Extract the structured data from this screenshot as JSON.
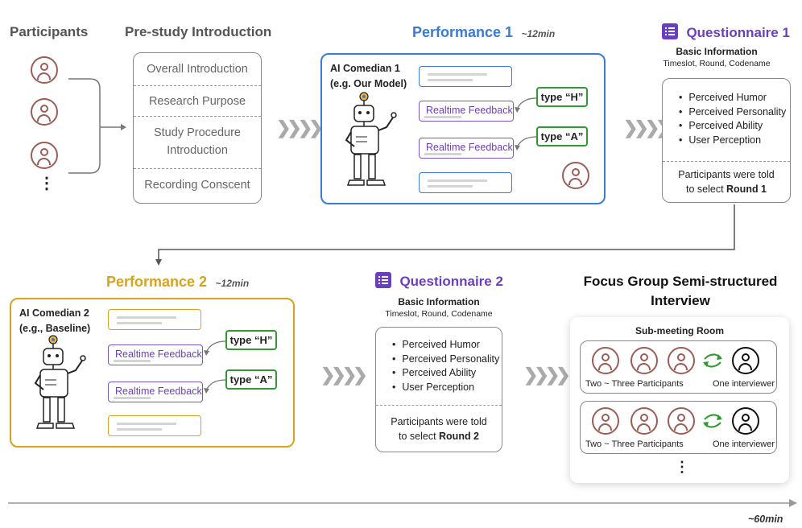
{
  "headers": {
    "participants": "Participants",
    "pre_study": "Pre-study Introduction",
    "performance1": "Performance 1",
    "performance1_time": "~12min",
    "questionnaire1": "Questionnaire 1",
    "performance2": "Performance 2",
    "performance2_time": "~12min",
    "questionnaire2": "Questionnaire 2",
    "focus_group_line1": "Focus Group Semi-structured",
    "focus_group_line2": "Interview"
  },
  "participants_ellipsis": "⋮",
  "pre_study_items": [
    "Overall Introduction",
    "Research Purpose",
    "Study Procedure",
    "Introduction",
    "Recording Conscent"
  ],
  "performance1": {
    "comedian_line1": "AI Comedian 1",
    "comedian_line2": "(e.g. Our Model)",
    "feedback1": "Realtime Feedback",
    "feedback2": "Realtime Feedback",
    "type_h": "type “H”",
    "type_a": "type “A”"
  },
  "performance2": {
    "comedian_line1": "AI Comedian 2",
    "comedian_line2": "(e.g., Baseline)",
    "feedback1": "Realtime Feedback",
    "feedback2": "Realtime Feedback",
    "type_h": "type “H”",
    "type_a": "type “A”"
  },
  "questionnaire1": {
    "basic_info": "Basic Information",
    "basic_sub": "Timeslot, Round, Codename",
    "items": [
      "Perceived Humor",
      "Perceived Personality",
      "Perceived Ability",
      "User Perception"
    ],
    "told_line1": "Participants were told",
    "told_line2a": "to select ",
    "told_round": "Round 1"
  },
  "questionnaire2": {
    "basic_info": "Basic Information",
    "basic_sub": "Timeslot, Round, Codename",
    "items": [
      "Perceived Humor",
      "Perceived Personality",
      "Perceived Ability",
      "User Perception"
    ],
    "told_line1": "Participants were told",
    "told_line2a": "to select ",
    "told_round": "Round 2"
  },
  "focus_group": {
    "room_title": "Sub-meeting Room",
    "participants_label": "Two ~ Three Participants",
    "interviewer_label": "One interviewer",
    "ellipsis": "⋮"
  },
  "timeline_label": "~60min",
  "colors": {
    "performance1": "#3a7bd5",
    "performance2": "#d9a21b",
    "questionnaire": "#6a3fbf",
    "feedback": "#7a55c2",
    "type_box": "#2f9a2f",
    "person": "#9c5d57"
  },
  "icons": [
    "person-icon",
    "robot-icon",
    "form-icon",
    "chevron-arrows-icon",
    "swap-arrows-icon"
  ]
}
